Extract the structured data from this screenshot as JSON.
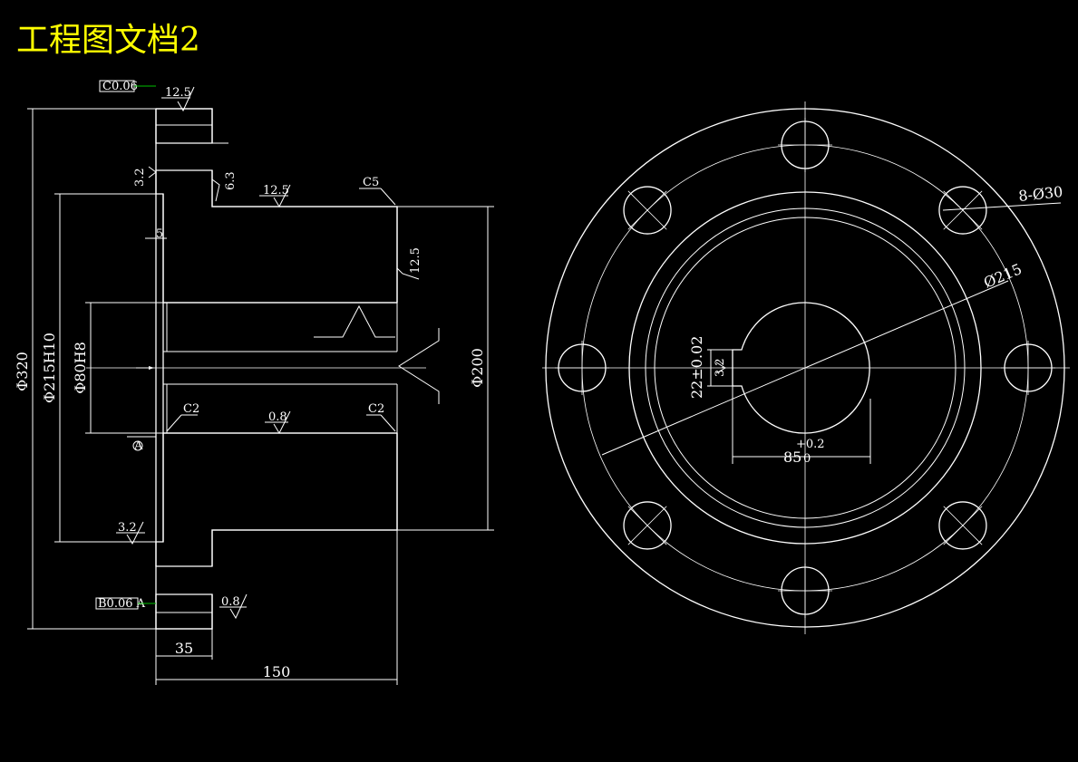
{
  "title": "工程图文档2",
  "section_view": {
    "tolerance_frame_top": "C0.06",
    "tolerance_frame_bottom": "B0.06 A",
    "surface_finish": {
      "top_flange": "12.5",
      "flange_inner_top": "3.2",
      "flange_step": "6.3",
      "hub_top": "12.5",
      "hub_end": "12.5",
      "bore": "0.8",
      "flange_inner_bottom": "3.2",
      "bottom_flange": "0.8"
    },
    "chamfers": {
      "hub_end": "C5",
      "bore_left": "C2",
      "bore_right": "C2"
    },
    "dims": {
      "d320": "Φ320",
      "d215": "Φ215H10",
      "d80": "Φ80H8",
      "d200": "Φ200",
      "w35": "35",
      "w150": "150",
      "w5": "5"
    },
    "datum": "A"
  },
  "end_view": {
    "holes": "8-Ø30",
    "pcd": "Ø215",
    "keyway_width": "22±0.02",
    "keyway_finish": "3.2",
    "keyway_depth": "85",
    "keyway_depth_tol_upper": "+0.2",
    "keyway_depth_tol_lower": "0"
  }
}
